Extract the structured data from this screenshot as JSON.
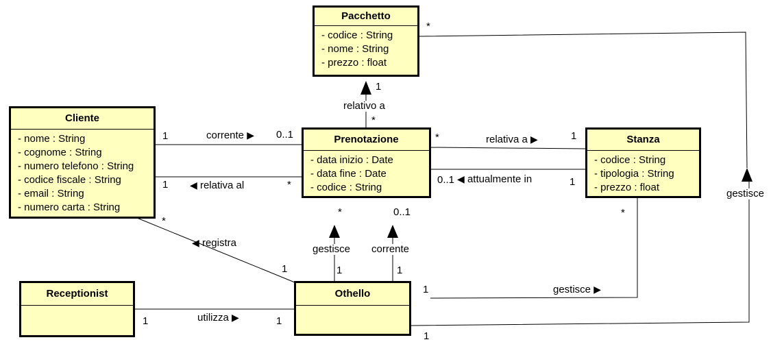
{
  "classes": {
    "pacchetto": {
      "name": "Pacchetto",
      "attrs": [
        "- codice : String",
        "- nome : String",
        "- prezzo : float"
      ]
    },
    "cliente": {
      "name": "Cliente",
      "attrs": [
        "- nome : String",
        "- cognome : String",
        "- numero telefono : String",
        "- codice fiscale : String",
        "- email : String",
        "- numero carta : String"
      ]
    },
    "prenotazione": {
      "name": "Prenotazione",
      "attrs": [
        "- data inizio : Date",
        "- data fine : Date",
        "- codice : String"
      ]
    },
    "stanza": {
      "name": "Stanza",
      "attrs": [
        "- codice : String",
        "- tipologia : String",
        "- prezzo : float"
      ]
    },
    "receptionist": {
      "name": "Receptionist"
    },
    "othello": {
      "name": "Othello"
    }
  },
  "labels": {
    "relativo_a": "relativo a",
    "corrente_top": "corrente",
    "relativa_al": "relativa al",
    "relativa_a": "relativa a",
    "attualmente_in": "attualmente in",
    "registra": "registra",
    "gestisce_left": "gestisce",
    "corrente_bottom": "corrente",
    "gestisce_stanza": "gestisce",
    "gestisce_right": "gestisce",
    "utilizza": "utilizza"
  },
  "multiplicities": {
    "pacchetto_star_right": "*",
    "pacchetto_one_bottom": "1",
    "pren_star_top": "*",
    "cliente_one_top": "1",
    "pren_01_top": "0..1",
    "cliente_one_bottom": "1",
    "pren_star_left": "*",
    "pren_star_right": "*",
    "stanza_one_top": "1",
    "pren_01_right": "0..1",
    "stanza_one_bottom": "1",
    "cliente_star": "*",
    "othello_one_registra": "1",
    "pren_star_bottom": "*",
    "othello_one_gestisce": "1",
    "pren_01_bottom": "0..1",
    "othello_one_corrente": "1",
    "stanza_star_bottom": "*",
    "othello_one_stanza": "1",
    "receptionist_one": "1",
    "othello_one_utilizza": "1",
    "othello_one_bottom": "1"
  },
  "arrows": {
    "right": "▶",
    "left": "◀",
    "up": "▲"
  }
}
